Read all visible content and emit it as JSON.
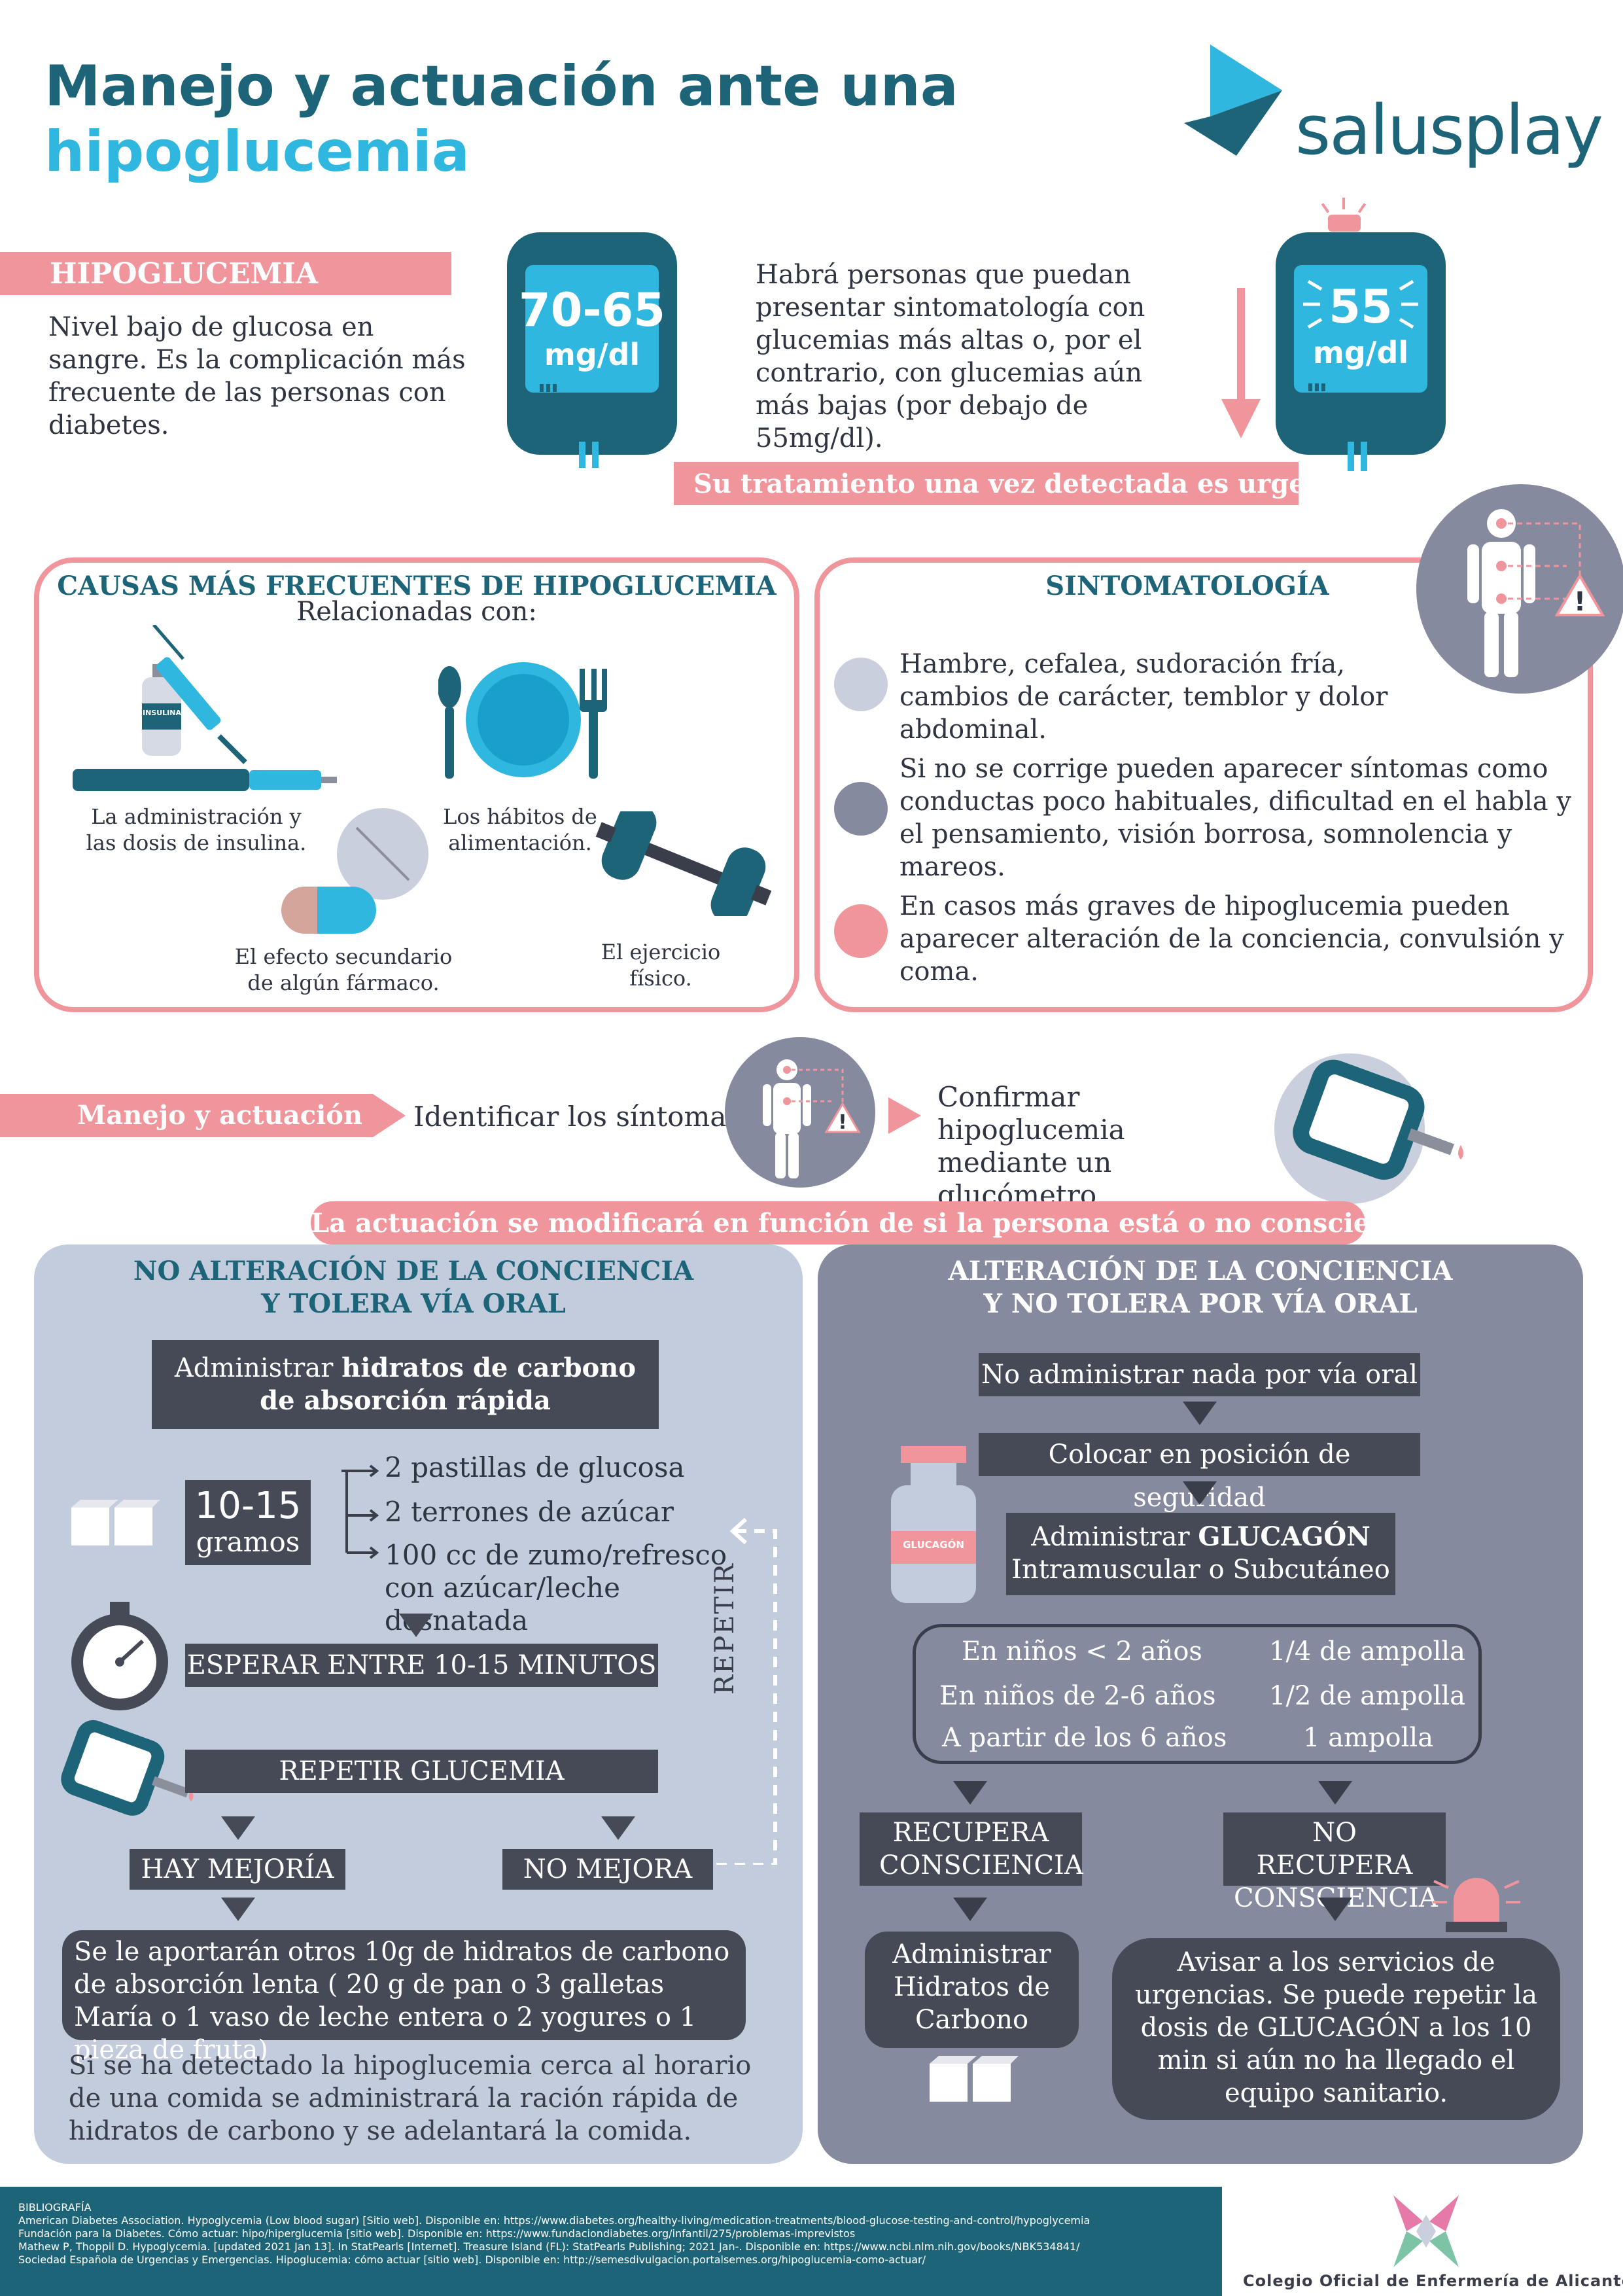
{
  "header": {
    "title_line1": "Manejo y actuación ante una",
    "title_line2": "hipoglucemia",
    "logo_text": "salusplay"
  },
  "hipoglucemia": {
    "label": "HIPOGLUCEMIA",
    "definition": "Nivel bajo de glucosa en sangre. Es la complicación más frecuente de las personas con diabetes.",
    "meter1_value": "70-65",
    "meter1_unit": "mg/dl",
    "note": "Habrá personas que puedan presentar sintomatología con glucemias más altas o, por el contrario, con glucemias aún más bajas (por debajo de 55mg/dl).",
    "meter2_value": "55",
    "meter2_unit": "mg/dl",
    "urgent": "Su tratamiento una vez detectada es urgente"
  },
  "causes": {
    "title": "CAUSAS MÁS FRECUENTES DE HIPOGLUCEMIA",
    "subtitle": "Relacionadas con:",
    "insulin_label": "INSULINA",
    "items": [
      "La administración y las dosis de insulina.",
      "Los hábitos de alimentación.",
      "El efecto secundario de algún fármaco.",
      "El ejercicio físico."
    ]
  },
  "symptoms": {
    "title": "SINTOMATOLOGÍA",
    "items": [
      "Hambre, cefalea, sudoración fría, cambios de carácter, temblor y dolor abdominal.",
      "Si no se corrige pueden aparecer síntomas como conductas poco habituales, dificultad en el habla y el pensamiento, visión borrosa, somnolencia y mareos.",
      "En casos más graves de hipoglucemia pueden aparecer alteración de la conciencia, convulsión y coma."
    ],
    "colors": [
      "#c9cfdd",
      "#858a9f",
      "#f0959b"
    ]
  },
  "manejo": {
    "label": "Manejo y actuación",
    "step1": "Identificar los síntomas",
    "step2": "Confirmar hipoglucemia mediante un glucómetro",
    "banner": "La actuación se modificará en función de si la persona está o no consciente"
  },
  "left": {
    "title_line1": "NO ALTERACIÓN DE LA CONCIENCIA",
    "title_line2": "Y TOLERA VÍA ORAL",
    "admin_pre": "Administrar ",
    "admin_bold1": "hidratos de carbono",
    "admin_bold2": "de absorción rápida",
    "dose_value": "10-15",
    "dose_unit": "gramos",
    "options": [
      "2 pastillas de glucosa",
      "2 terrones de azúcar",
      "100 cc de zumo/refresco con azúcar/leche desnatada"
    ],
    "wait": "ESPERAR ENTRE 10-15 MINUTOS",
    "repeat_glucose": "REPETIR GLUCEMIA",
    "improves": "HAY MEJORÍA",
    "no_improve": "NO MEJORA",
    "repeat_label": "REPETIR",
    "slow_carbs": "Se le aportarán otros 10g de hidratos de carbono de absorción lenta ( 20 g de pan o 3 galletas María o 1 vaso de leche entera o 2 yogures o 1 pieza de fruta)",
    "meal_note": "Si se ha detectado la hipoglucemia cerca al horario de una comida se administrará la ración rápida de hidratos de carbono y se adelantará la comida."
  },
  "right": {
    "title_line1": "ALTERACIÓN DE LA CONCIENCIA",
    "title_line2": "Y NO TOLERA POR VÍA ORAL",
    "step1": "No administrar nada por vía oral",
    "step2": "Colocar en posición de seguridad",
    "glucagon_label": "GLUCAGÓN",
    "admin_pre": "Administrar ",
    "admin_bold": "GLUCAGÓN",
    "admin_route": "Intramuscular o Subcutáneo",
    "dosing": [
      {
        "group": "En niños < 2 años",
        "dose": "1/4 de ampolla"
      },
      {
        "group": "En niños de 2-6 años",
        "dose": "1/2 de ampolla"
      },
      {
        "group": "A partir de los 6 años",
        "dose": "1 ampolla"
      }
    ],
    "recovers": "RECUPERA CONSCIENCIA",
    "no_recovers": "NO RECUPERA CONSCIENCIA",
    "give_carbs": "Administrar Hidratos de Carbono",
    "emergency": "Avisar a los servicios de urgencias. Se puede repetir la dosis de GLUCAGÓN a los 10 min si aún no ha llegado el equipo sanitario."
  },
  "bibliography": {
    "title": "BIBLIOGRAFÍA",
    "refs": [
      "American Diabetes Association. Hypoglycemia (Low blood sugar) [Sitio web]. Disponible en: https://www.diabetes.org/healthy-living/medication-treatments/blood-glucose-testing-and-control/hypoglycemia",
      "Fundación para la Diabetes. Cómo actuar: hipo/hiperglucemia [sitio web]. Disponible en: https://www.fundaciondiabetes.org/infantil/275/problemas-imprevistos",
      "Mathew P, Thoppil D. Hypoglycemia. [updated 2021 Jan 13]. In StatPearls [Internet]. Treasure Island (FL): StatPearls Publishing; 2021 Jan-. Disponible en: https://www.ncbi.nlm.nih.gov/books/NBK534841/",
      "Sociedad Española de Urgencias y Emergencias. Hipoglucemia: cómo actuar [sitio web]. Disponible en: http://semesdivulgacion.portalsemes.org/hipoglucemia-como-actuar/"
    ],
    "org": "Colegio Oficial de Enfermería de Alicante"
  },
  "colors": {
    "navy": "#1d6478",
    "teal": "#2fb7df",
    "pink": "#f0959b",
    "dark": "#464a56",
    "light_panel": "#c2ccdd",
    "grey_panel": "#858a9f"
  },
  "icons": [
    "insulin-vial-icon",
    "syringe-icon",
    "insulin-pen-icon",
    "plate-icon",
    "pill-icon",
    "dumbbell-icon",
    "person-alert-icon",
    "glucometer-icon",
    "sugar-cube-icon",
    "stopwatch-icon",
    "glucagon-vial-icon",
    "siren-icon"
  ]
}
